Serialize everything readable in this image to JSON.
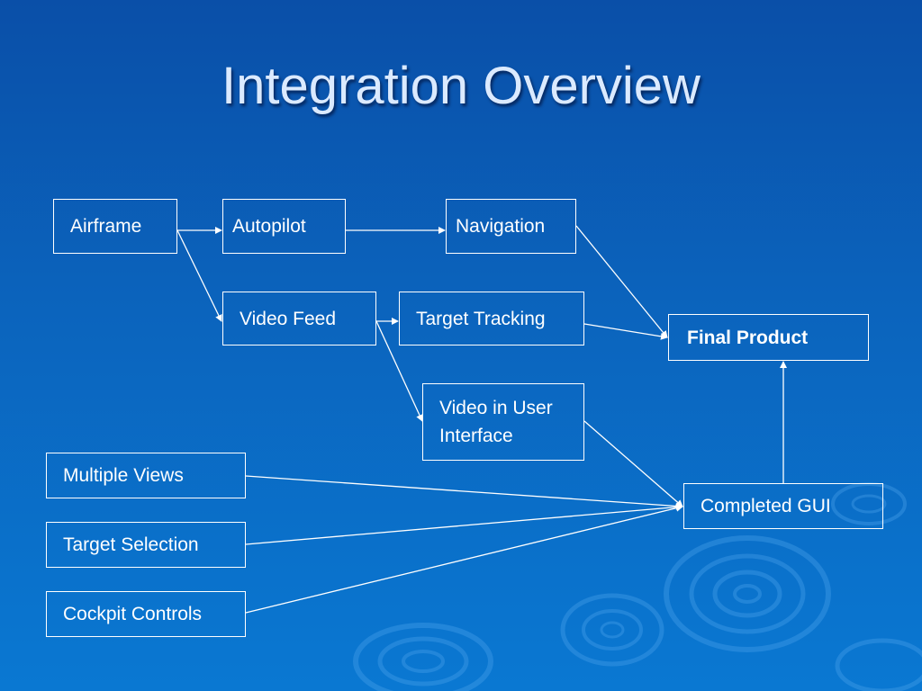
{
  "slide": {
    "title": "Integration Overview"
  },
  "nodes": {
    "airframe": "Airframe",
    "autopilot": "Autopilot",
    "navigation": "Navigation",
    "video_feed": "Video Feed",
    "target_tracking": "Target Tracking",
    "final_product": "Final Product",
    "video_in_ui_line1": "Video in User",
    "video_in_ui_line2": "Interface",
    "multiple_views": "Multiple Views",
    "target_selection": "Target Selection",
    "cockpit_controls": "Cockpit Controls",
    "completed_gui": "Completed GUI"
  },
  "edges": [
    [
      "airframe",
      "autopilot"
    ],
    [
      "airframe",
      "video_feed"
    ],
    [
      "autopilot",
      "navigation"
    ],
    [
      "video_feed",
      "target_tracking"
    ],
    [
      "video_feed",
      "video_in_ui"
    ],
    [
      "navigation",
      "final_product"
    ],
    [
      "target_tracking",
      "final_product"
    ],
    [
      "video_in_ui",
      "completed_gui"
    ],
    [
      "multiple_views",
      "completed_gui"
    ],
    [
      "target_selection",
      "completed_gui"
    ],
    [
      "cockpit_controls",
      "completed_gui"
    ],
    [
      "completed_gui",
      "final_product"
    ]
  ],
  "colors": {
    "background_top": "#0a4fa8",
    "background_bottom": "#0a78d2",
    "line": "#ffffff",
    "title": "#dbeaff"
  }
}
